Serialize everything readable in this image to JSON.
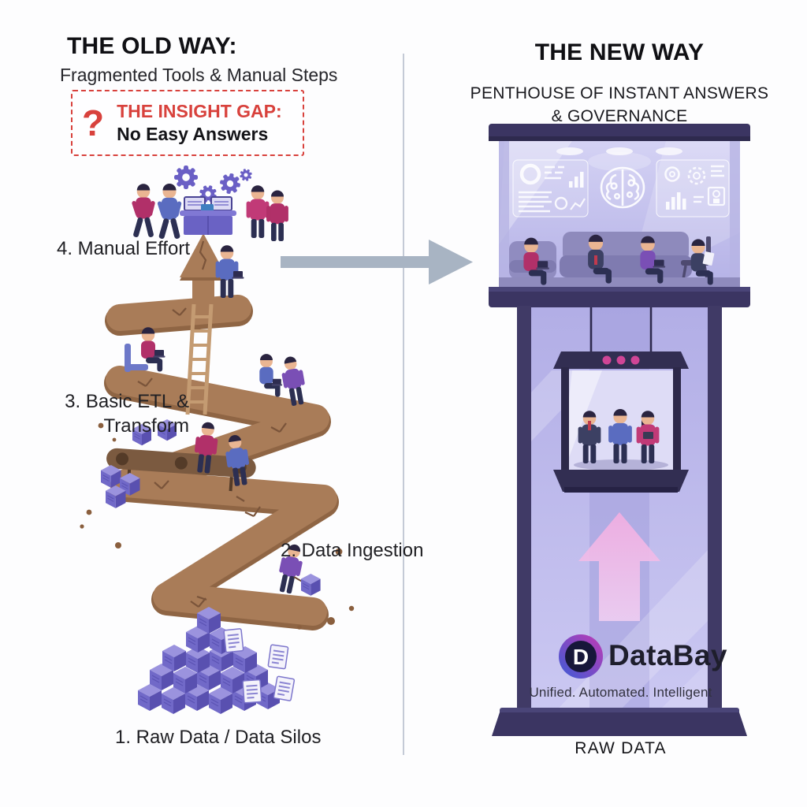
{
  "left": {
    "title": "THE OLD WAY:",
    "subtitle": "Fragmented Tools & Manual Steps",
    "insight_gap": {
      "icon": "?",
      "title": "THE INSIGHT GAP:",
      "subtitle": "No Easy Answers"
    },
    "steps": [
      {
        "label": "1. Raw Data / Data Silos"
      },
      {
        "label": "2. Data Ingestion"
      },
      {
        "label": "3. Basic ETL & Transform"
      },
      {
        "label": "4. Manual Effort"
      }
    ]
  },
  "right": {
    "title": "THE NEW WAY",
    "subtitle": "PENTHOUSE OF INSTANT ANSWERS & GOVERNANCE",
    "brand": {
      "logo_letter": "D",
      "name": "DataBay",
      "tagline": "Unified. Automated. Intelligent"
    },
    "base_label": "RAW DATA"
  },
  "colors": {
    "accent_red": "#d8413c",
    "frame_purple": "#3b3562",
    "lavender_glass": "#c7c4ef",
    "path_brown": "#a97c58",
    "cube_purple": "#6f67c6",
    "transition_arrow_gray": "#a8b4c3",
    "elevator_dot_magenta": "#cf4596",
    "up_arrow_pink": "#f2b0e2"
  }
}
